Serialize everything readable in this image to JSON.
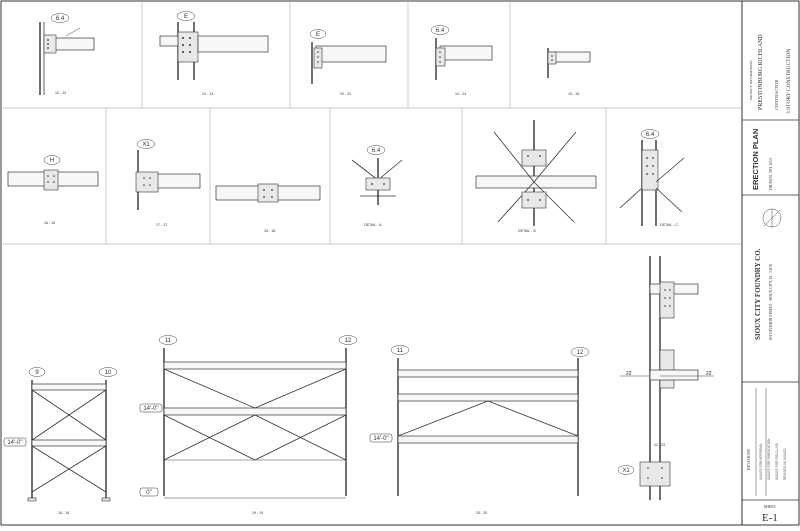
{
  "title_block": {
    "project_label": "PROJECT INFORMATION",
    "project_name": "PRESTONBURG RICHLAND",
    "contractor_label": "CONTRACTOR",
    "contractor_line": "3 STORY CONSTRUCTION",
    "sheet_title": "ERECTION PLAN",
    "drawn_by": "DRAWN: TPL 6/13",
    "company_name": "SIOUX CITY FOUNDRY CO.",
    "company_address": "801 DIVISION STREET · SIOUX CITY, IA · 51102",
    "revisions_label": "REVISIONS",
    "sheet_label": "SHEET",
    "sheet_number": "E-1"
  },
  "revision_rows": [
    "ISSUED FOR APPROVAL",
    "ISSUED FOR FABRICATION",
    "ISSUED FOR FIELD USE",
    "REVISED AS ISSUED"
  ],
  "details": {
    "d1": {
      "bubble": "6.4",
      "caption": "12 - 12"
    },
    "d2": {
      "bubble": "E",
      "caption": "13 - 13"
    },
    "d3": {
      "bubble": "E",
      "caption": "20 - 20"
    },
    "d4": {
      "bubble": "6.4",
      "caption": "14 - 14"
    },
    "d5": {
      "caption": "15 - 15"
    },
    "d6": {
      "bubble": "H",
      "caption": "16 - 16"
    },
    "d7": {
      "bubble": "X1",
      "caption": "17 - 17"
    },
    "d8": {
      "caption": "18 - 18"
    },
    "d9": {
      "bubble": "6.4",
      "caption": "DETAIL - A"
    },
    "d10": {
      "caption": "DETAIL - B"
    },
    "d11": {
      "bubble": "6.4",
      "caption": "DETAIL - C"
    }
  },
  "elevations": {
    "e1": {
      "left_grid": "9",
      "right_grid": "10",
      "level": "14'-0\"",
      "caption": "18 - 18"
    },
    "e2": {
      "left_grid": "11",
      "right_grid": "12",
      "level_top": "14'-0\"",
      "level_base": "0\"",
      "caption": "19 - 19"
    },
    "e3": {
      "left_grid": "11",
      "right_grid": "12",
      "level": "14'-0\"",
      "caption": "20 - 20"
    },
    "e4": {
      "left_mark": "22",
      "right_mark": "22",
      "bottom_mark": "X1",
      "caption": "22 - 22"
    }
  }
}
